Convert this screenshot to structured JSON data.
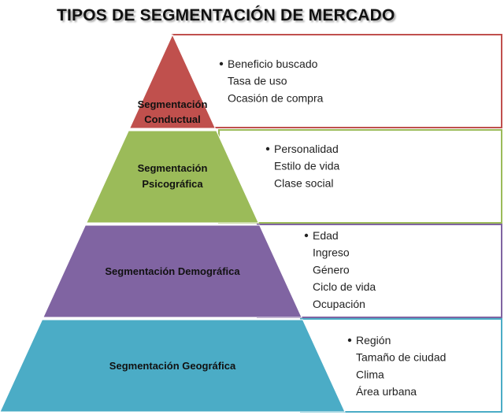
{
  "title": "TIPOS DE SEGMENTACIÓN DE MERCADO",
  "levels": [
    {
      "label_lines": [
        "Segmentación",
        "Conductual"
      ],
      "fill": "#c0504d",
      "box_border": "#c0504d",
      "items": [
        "Beneficio buscado",
        "Tasa de uso",
        "Ocasión de compra"
      ]
    },
    {
      "label_lines": [
        "Segmentación",
        "Psicográfica"
      ],
      "fill": "#9bbb59",
      "box_border": "#9bbb59",
      "items": [
        "Personalidad",
        "Estilo de vida",
        "Clase social"
      ]
    },
    {
      "label_lines": [
        "Segmentación Demográfica"
      ],
      "fill": "#8064a2",
      "box_border": "#8064a2",
      "items": [
        "Edad",
        "Ingreso",
        "Género",
        "Ciclo de vida",
        "Ocupación"
      ]
    },
    {
      "label_lines": [
        "Segmentación Geográfica"
      ],
      "fill": "#4bacc6",
      "box_border": "#4bacc6",
      "items": [
        "Región",
        "Tamaño de ciudad",
        "Clima",
        "Área urbana"
      ]
    }
  ]
}
